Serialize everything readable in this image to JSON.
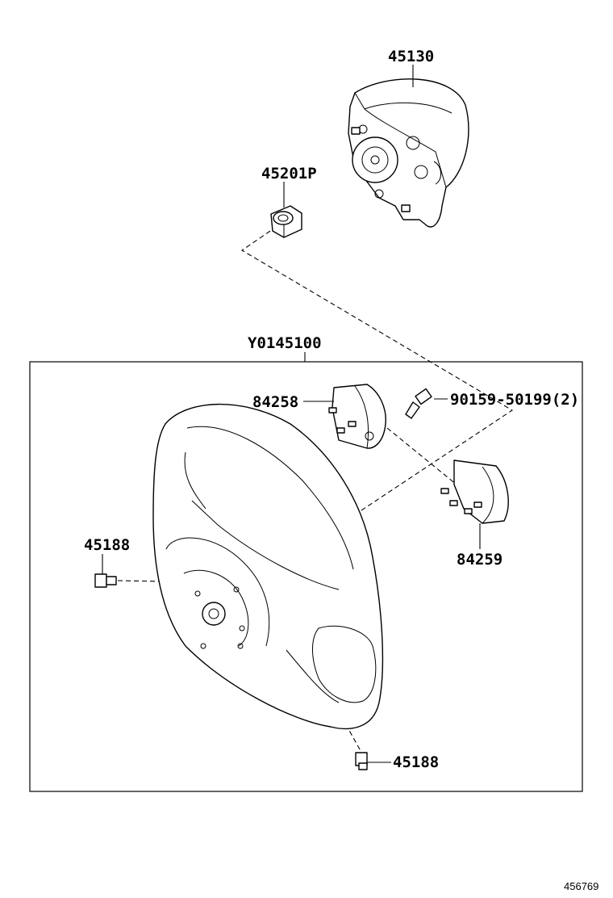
{
  "labels": {
    "airbag": "45130",
    "nut": "45201P",
    "assembly": "Y0145100",
    "switch_left": "84258",
    "screw": "90159-50199(2)",
    "switch_right": "84259",
    "bolt_left": "45188",
    "bolt_bottom": "45188"
  },
  "figure_id": "456769"
}
